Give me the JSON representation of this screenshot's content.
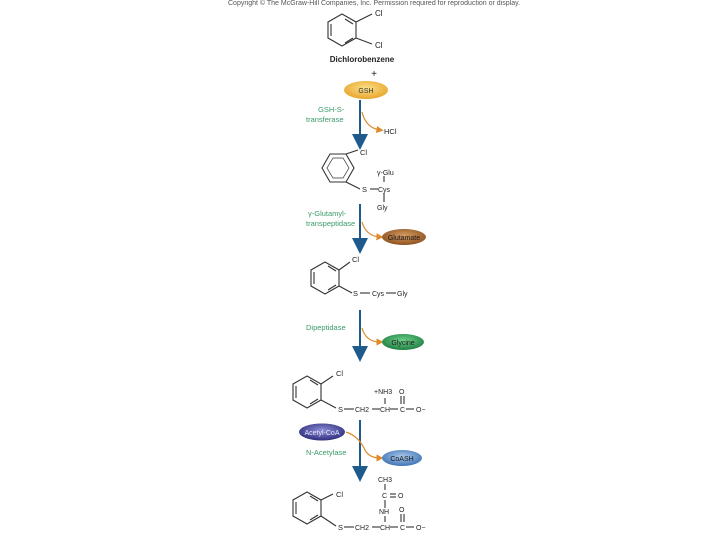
{
  "copyright": "Copyright © The McGraw-Hill Companies, Inc. Permission required for reproduction or display.",
  "colors": {
    "bond": "#333333",
    "main_arrow": "#1f5a8c",
    "side_arrow": "#e08a2a",
    "enzyme_text": "#3a9a6a",
    "gsh": "#f3b93d",
    "glutamate": "#b06a2e",
    "glycine": "#2e9a58",
    "coash": "#5b8ec9",
    "acetylcoa": "#4a4a9c"
  },
  "diagram": {
    "substrate": {
      "name": "Dichlorobenzene",
      "cl_top": "Cl",
      "cl_bottom": "Cl"
    },
    "plus": "+",
    "reagents": {
      "gsh": "GSH",
      "acetylcoa": "Acetyl-CoA"
    },
    "enzymes": {
      "gsh_s_transferase": [
        "GSH-S-",
        "transferase"
      ],
      "gamma_glutamyl_transpeptidase": [
        "γ-Glutamyl-",
        "transpeptidase"
      ],
      "dipeptidase": [
        "Dipeptidase"
      ],
      "n_acetylase": [
        "N-Acetylase"
      ]
    },
    "byproducts": {
      "hcl": "HCl",
      "glutamate": "Glutamate",
      "glycine": "Glycine",
      "coash": "CoASH"
    },
    "conjugate1": {
      "cl": "Cl",
      "glu": "γ-Glu",
      "s": "S",
      "cys": "Cys",
      "gly": "Gly"
    },
    "conjugate2": {
      "cl": "Cl",
      "s": "S",
      "cys": "Cys",
      "gly": "Gly"
    },
    "conjugate3": {
      "cl": "Cl",
      "s": "S",
      "ch2": "CH2",
      "ch": "CH",
      "c": "C",
      "o_minus": "O−",
      "o": "O",
      "nh3": "+NH3"
    },
    "conjugate4": {
      "cl": "Cl",
      "s": "S",
      "ch2": "CH2",
      "ch": "CH",
      "c": "C",
      "o_minus": "O−",
      "o": "O",
      "nh": "NH",
      "c_acyl": "C",
      "ch3": "CH3",
      "o_acyl": "O"
    }
  }
}
